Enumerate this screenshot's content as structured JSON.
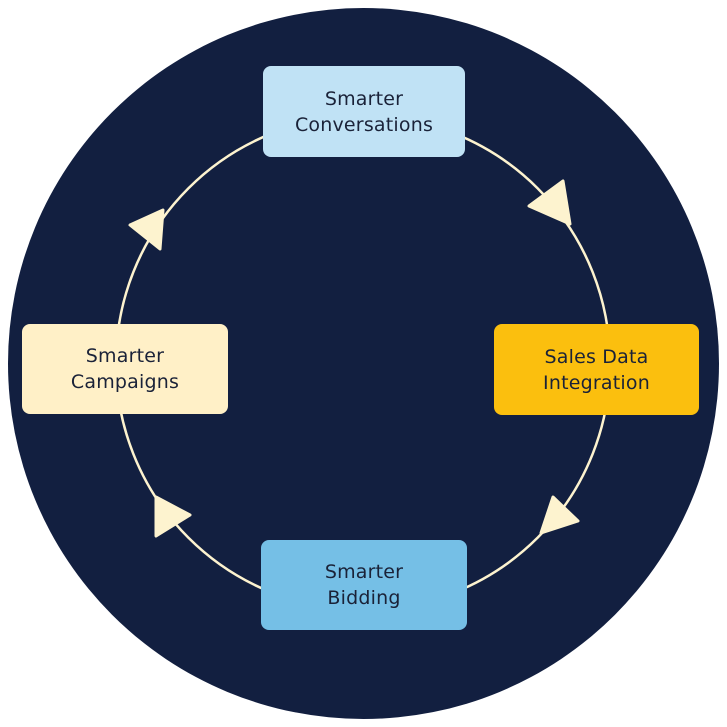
{
  "diagram": {
    "type": "cycle",
    "nodes": [
      {
        "id": "top",
        "label": "Smarter\nConversations"
      },
      {
        "id": "right",
        "label": "Sales Data\nIntegration"
      },
      {
        "id": "bottom",
        "label": "Smarter\nBidding"
      },
      {
        "id": "left",
        "label": "Smarter\nCampaigns"
      }
    ],
    "edges": [
      {
        "from": "top",
        "to": "right",
        "direction": "clockwise"
      },
      {
        "from": "right",
        "to": "bottom",
        "direction": "clockwise"
      },
      {
        "from": "bottom",
        "to": "left",
        "direction": "clockwise"
      },
      {
        "from": "left",
        "to": "top",
        "direction": "clockwise"
      }
    ],
    "colors": {
      "background": "#121f40",
      "ring": "#fdf3cf",
      "arrow": "#fdf3cf",
      "top": "#c0e2f5",
      "right": "#fbbf0e",
      "bottom": "#75bfe6",
      "left": "#fff0c7"
    }
  }
}
